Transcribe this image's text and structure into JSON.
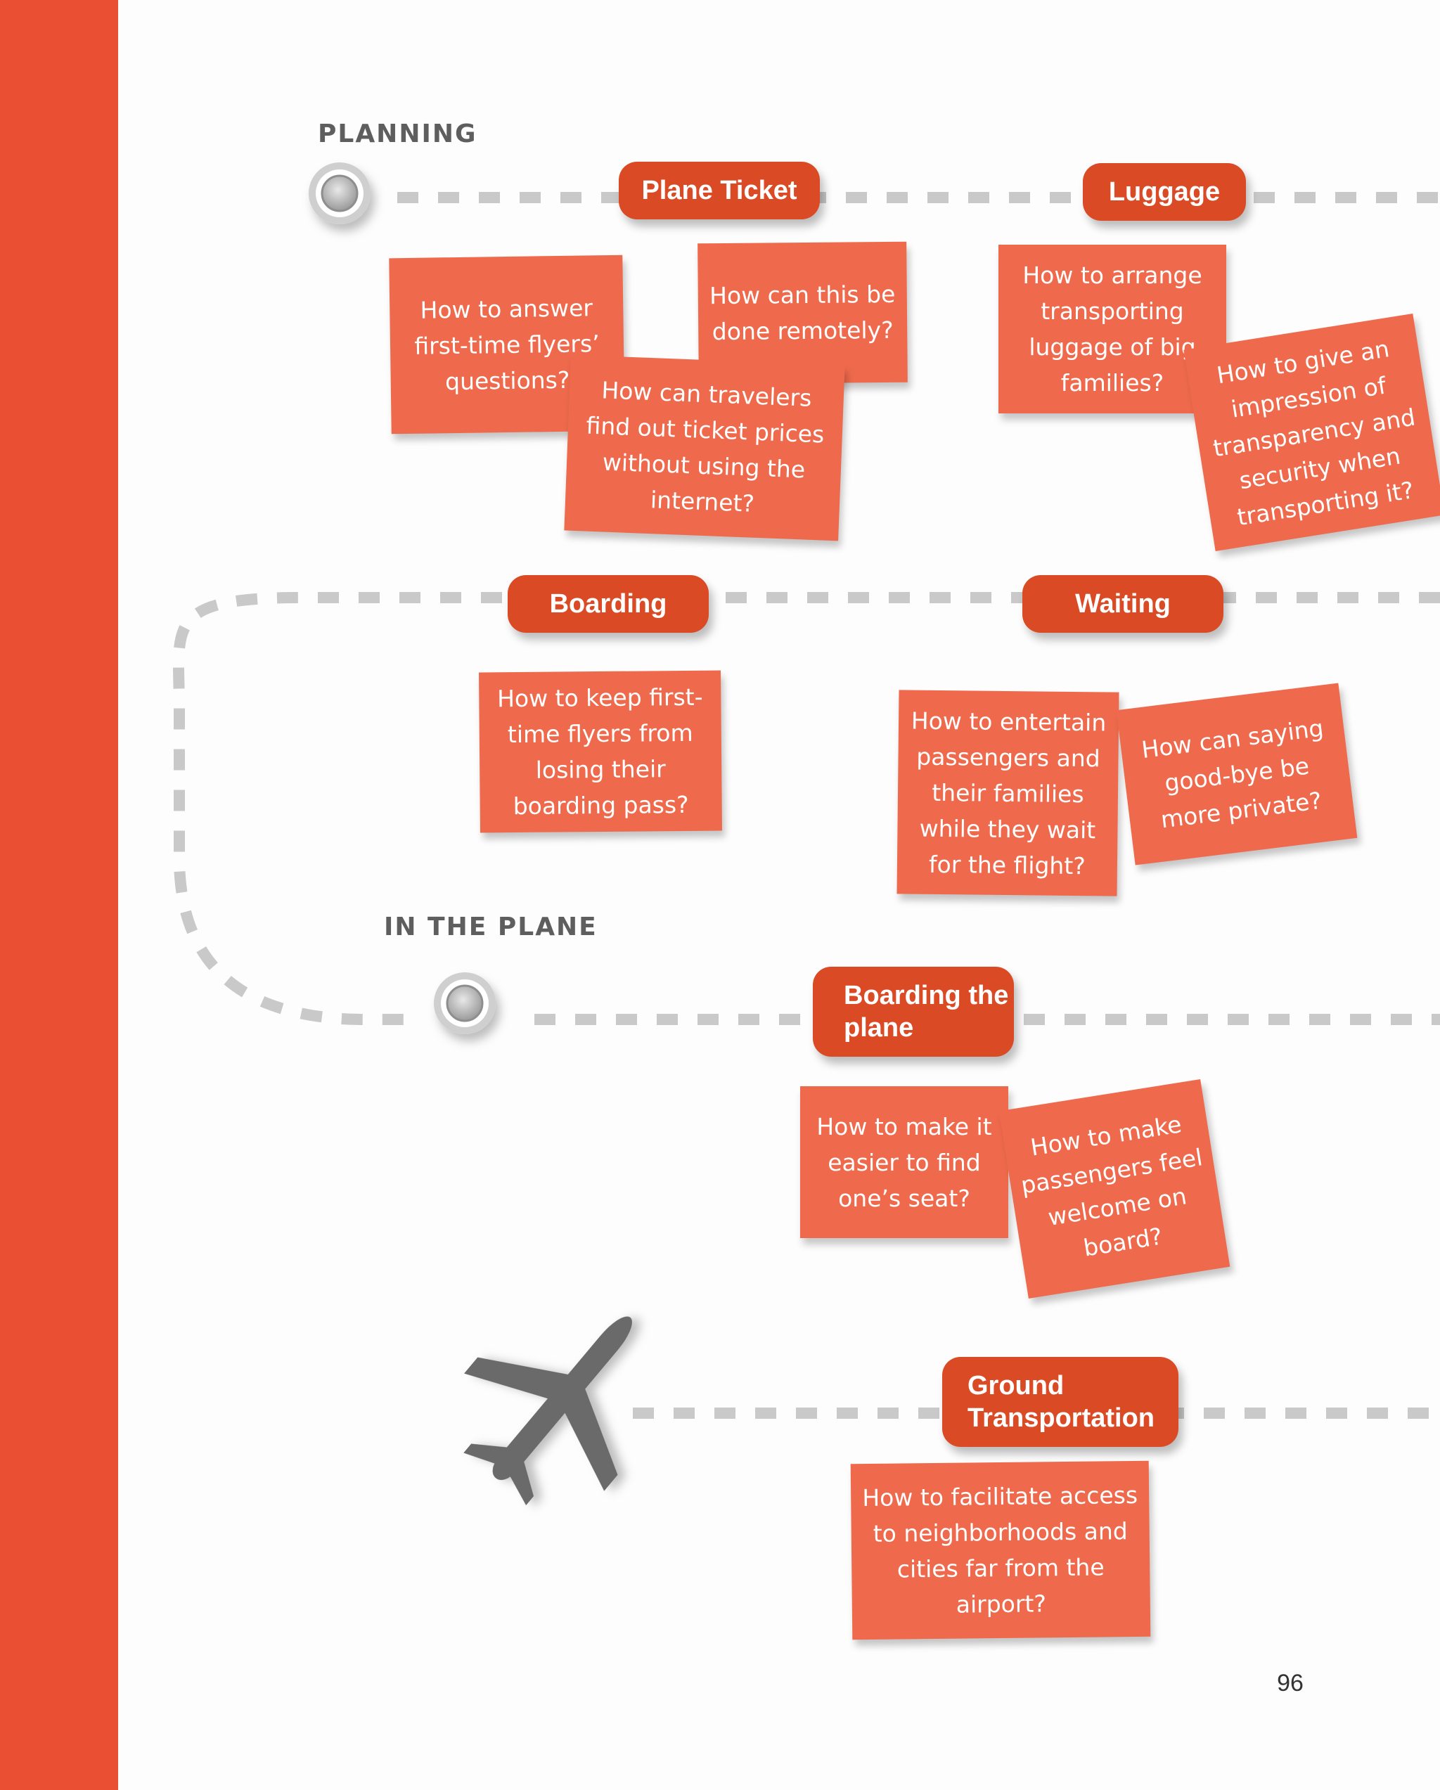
{
  "phases": {
    "planning": "PLANNING",
    "in_the_plane": "IN THE PLANE"
  },
  "steps": {
    "plane_ticket": "Plane Ticket",
    "luggage": "Luggage",
    "boarding": "Boarding",
    "waiting": "Waiting",
    "boarding_the_plane": "Boarding the plane",
    "ground_transportation": "Ground Transportation"
  },
  "notes": {
    "answer_first_time_flyers": "How to answer first-time flyers’ questions?",
    "done_remotely": "How can this be done remotely?",
    "ticket_prices": "How can travelers find out ticket prices without using the internet?",
    "luggage_big_families": "How to arrange transporting luggage of big families?",
    "transparency_security": "How to give an impression of transparency and security when transporting it?",
    "boarding_pass": "How to keep first-time flyers from losing their boarding pass?",
    "entertain_passengers": "How to entertain passengers and their families while they wait for the flight?",
    "goodbye_private": "How can saying good-bye be more private?",
    "find_seat": "How to make it easier to find one’s seat?",
    "feel_welcome": "How to make passengers feel welcome on board?",
    "facilitate_access": "How to facilitate access to neighborhoods and cities far from the airport?"
  },
  "page_number": "96",
  "colors": {
    "sidebar": "#ea4f34",
    "pill": "#da4b25",
    "note": "#ef6a4c",
    "path": "#c9c9c9"
  }
}
